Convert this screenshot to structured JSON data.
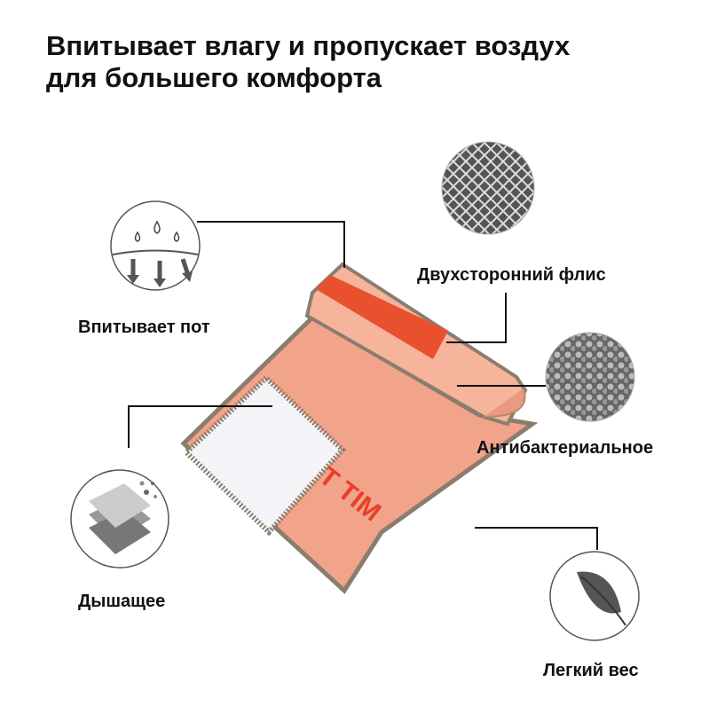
{
  "title": {
    "line1": "Впитывает влагу и пропускает воздух",
    "line2": "для большего комфорта"
  },
  "features": [
    {
      "label": "Впитывает пот",
      "icon": "sweat-absorb-icon"
    },
    {
      "label": "Двухсторонний флис",
      "icon": "fleece-texture-icon"
    },
    {
      "label": "Антибактериальное",
      "icon": "antibacterial-icon"
    },
    {
      "label": "Дышащее",
      "icon": "breathable-layers-icon"
    },
    {
      "label": "Легкий вес",
      "icon": "feather-icon"
    }
  ],
  "towel_print": "T TIM",
  "colors": {
    "towel": "#f3a88e",
    "band": "#e8502e",
    "edge": "#8a7d6e"
  }
}
